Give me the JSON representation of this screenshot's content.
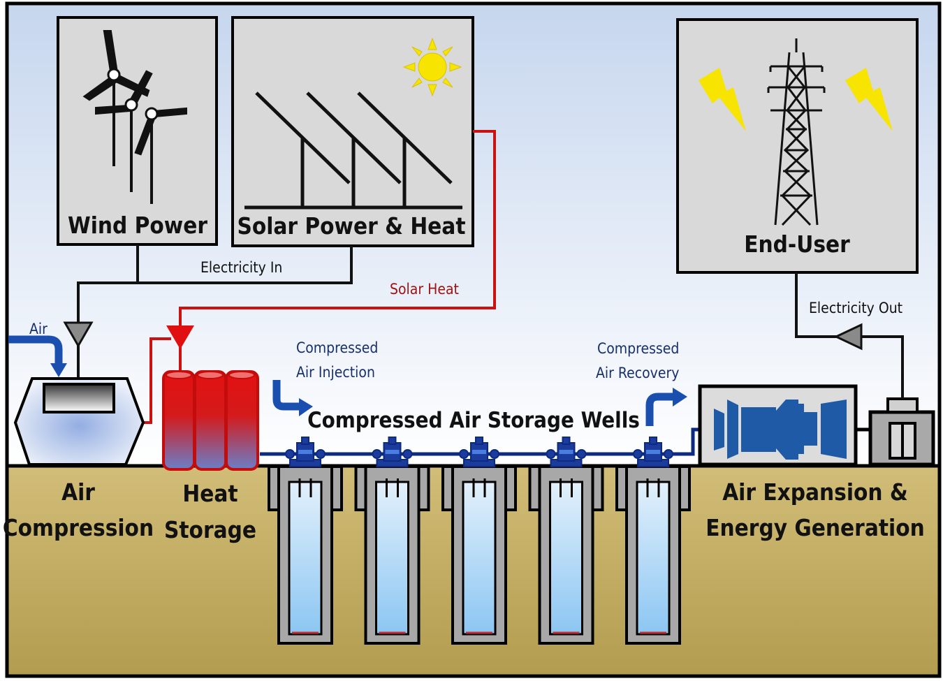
{
  "labels": {
    "wind_power": "Wind Power",
    "solar_power_heat": "Solar Power & Heat",
    "end_user": "End-User",
    "electricity_in": "Electricity In",
    "solar_heat": "Solar Heat",
    "electricity_out": "Electricity Out",
    "air": "Air",
    "compressed_air_injection": [
      "Compressed",
      "Air Injection"
    ],
    "compressed_air_recovery": [
      "Compressed",
      "Air Recovery"
    ],
    "storage_wells": "Compressed Air Storage Wells",
    "air_compression": [
      "Air",
      "Compression"
    ],
    "heat_storage": [
      "Heat",
      "Storage"
    ],
    "air_expansion": [
      "Air Expansion &",
      "Energy Generation"
    ]
  },
  "colors": {
    "electric_line": "#111111",
    "heat_line": "#cc1111",
    "air_line": "#1a3f99",
    "ground": "#c4ad66",
    "box_fill": "#d9d9d9"
  },
  "well_count": 5
}
